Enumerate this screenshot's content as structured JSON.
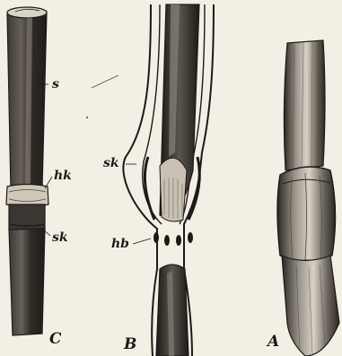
{
  "figure": {
    "labels": {
      "s": "s",
      "hk": "hk",
      "sk_c": "sk",
      "sk_b": "sk",
      "hb": "hb"
    },
    "panels": {
      "a": "A",
      "b": "B",
      "c": "C"
    },
    "colors": {
      "paper": "#f4efe4",
      "ink": "#1c1a17",
      "hatch": "#4a4540"
    }
  }
}
